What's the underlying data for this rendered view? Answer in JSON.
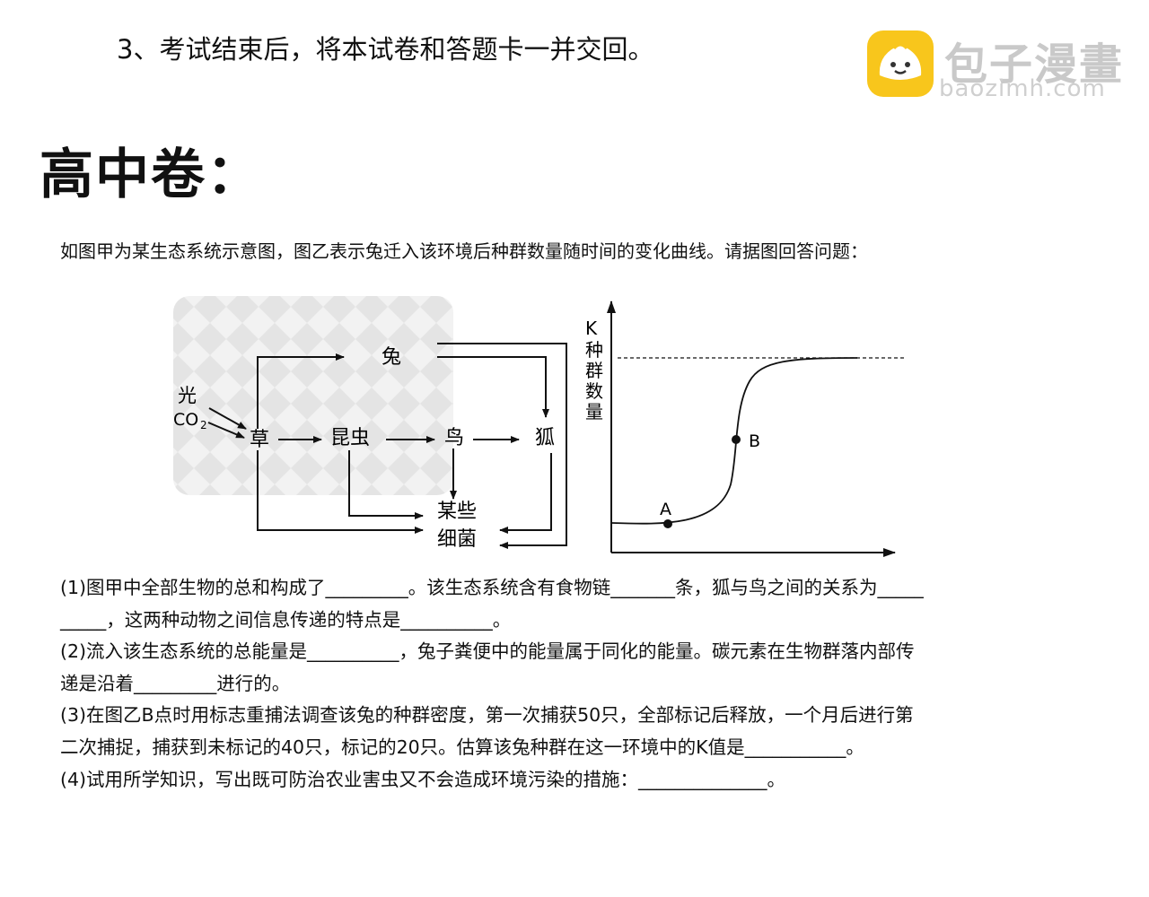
{
  "header": {
    "instruction": "3、考试结束后，将本试卷和答题卡一并交回。",
    "section_title": "高中卷："
  },
  "logo": {
    "title": "包子漫畫",
    "url": "baozimh.com",
    "brand_color": "#f8c61c"
  },
  "question": {
    "intro": "如图甲为某生态系统示意图，图乙表示兔迁入该环境后种群数量随时间的变化曲线。请据图回答问题：",
    "lines": [
      "(1)图甲中全部生物的总和构成了_________。该生态系统含有食物链_______条，狐与鸟之间的关系为_____",
      "_____，这两种动物之间信息传递的特点是__________。",
      "(2)流入该生态系统的总能量是__________，兔子粪便中的能量属于同化的能量。碳元素在生物群落内部传",
      "递是沿着_________进行的。",
      "(3)在图乙B点时用标志重捕法调查该兔的种群密度，第一次捕获50只，全部标记后释放，一个月后进行第",
      "二次捕捉，捕获到未标记的40只，标记的20只。估算该兔种群在这一环境中的K值是___________。",
      "(4)试用所学知识，写出既可防治农业害虫又不会造成环境污染的措施：______________。"
    ]
  },
  "figure_jia": {
    "nodes": {
      "light": "光",
      "co2": "CO",
      "co2_sub": "2",
      "grass": "草",
      "insect": "昆虫",
      "bird": "鸟",
      "fox": "狐",
      "rabbit": "兔",
      "bacteria_line1": "某些",
      "bacteria_line2": "细菌"
    }
  },
  "figure_yi": {
    "k_label": "K",
    "ylabel_chars": [
      "种",
      "群",
      "数",
      "量"
    ],
    "point_a": "A",
    "point_b": "B"
  }
}
